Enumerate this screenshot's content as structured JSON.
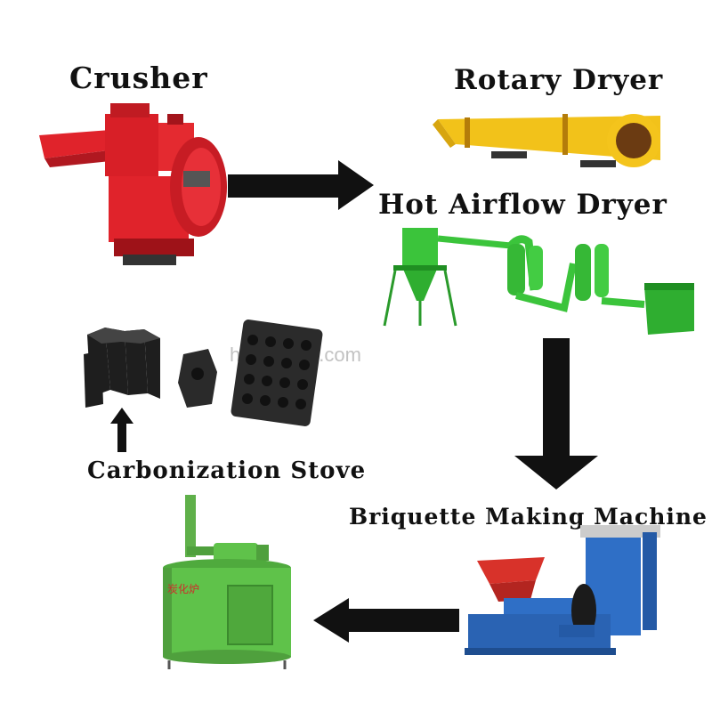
{
  "steps": {
    "crusher": "Crusher",
    "rotary_dryer": "Rotary Dryer",
    "hot_airflow_dryer": "Hot Airflow Dryer",
    "briquette_machine": "Briquette Making Machine",
    "carbonization_stove": "Carbonization Stove"
  },
  "watermark": "hnmingxin.com",
  "stove_plate_text": "炭化炉",
  "colors": {
    "crusher": "#e0232b",
    "rotary_dryer": "#f2c21a",
    "airflow_dryer": "#38c23a",
    "briquette_hopper": "#d8322a",
    "briquette_body": "#2f6fc6",
    "stove": "#5fc24a",
    "arrow": "#111111"
  }
}
